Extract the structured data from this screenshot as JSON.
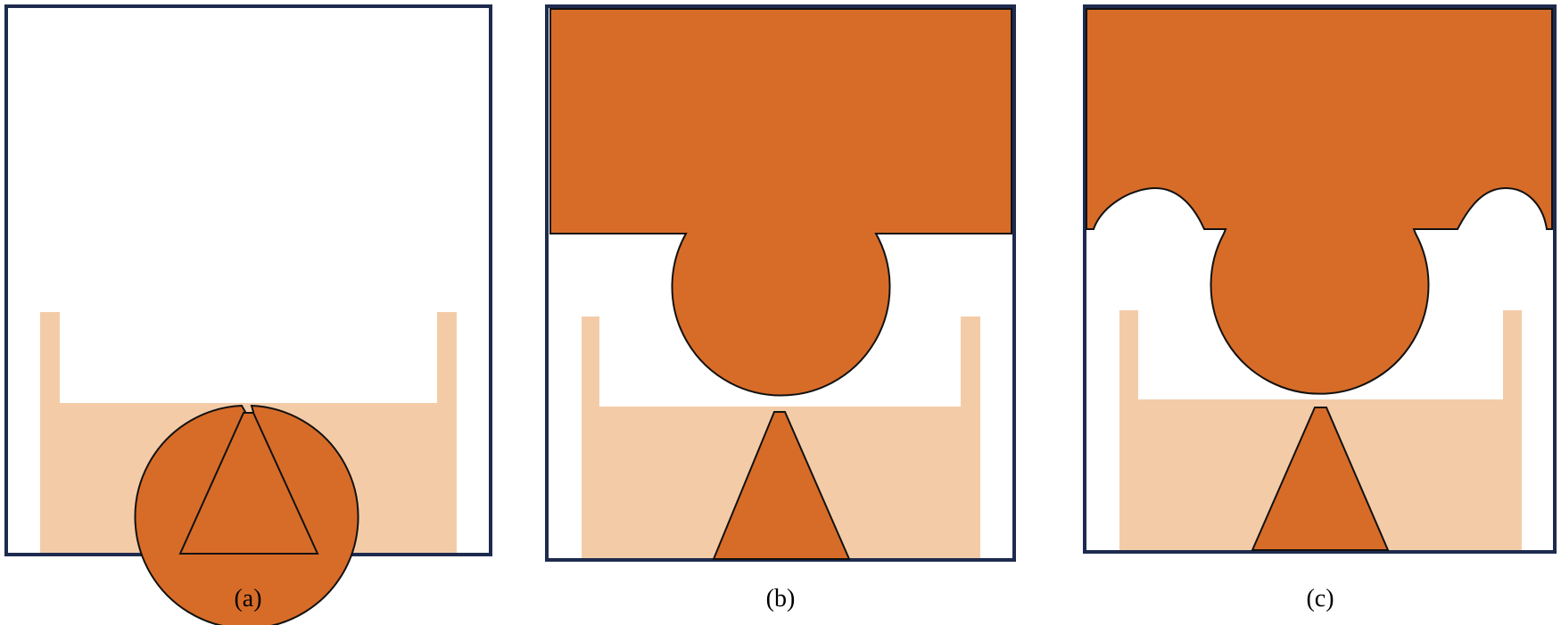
{
  "colors": {
    "antenna": "#d76c28",
    "substrate_region": "#f3cca7",
    "frame": "#1e2b4f",
    "outline": "#111111",
    "background": "#ffffff"
  },
  "panels": [
    {
      "id": "a",
      "label": "(a)",
      "variant": "circle-with-triangle-feed"
    },
    {
      "id": "b",
      "label": "(b)",
      "variant": "circle-joined-to-top-block"
    },
    {
      "id": "c",
      "label": "(c)",
      "variant": "circle-joined-to-top-block-with-notches"
    }
  ]
}
